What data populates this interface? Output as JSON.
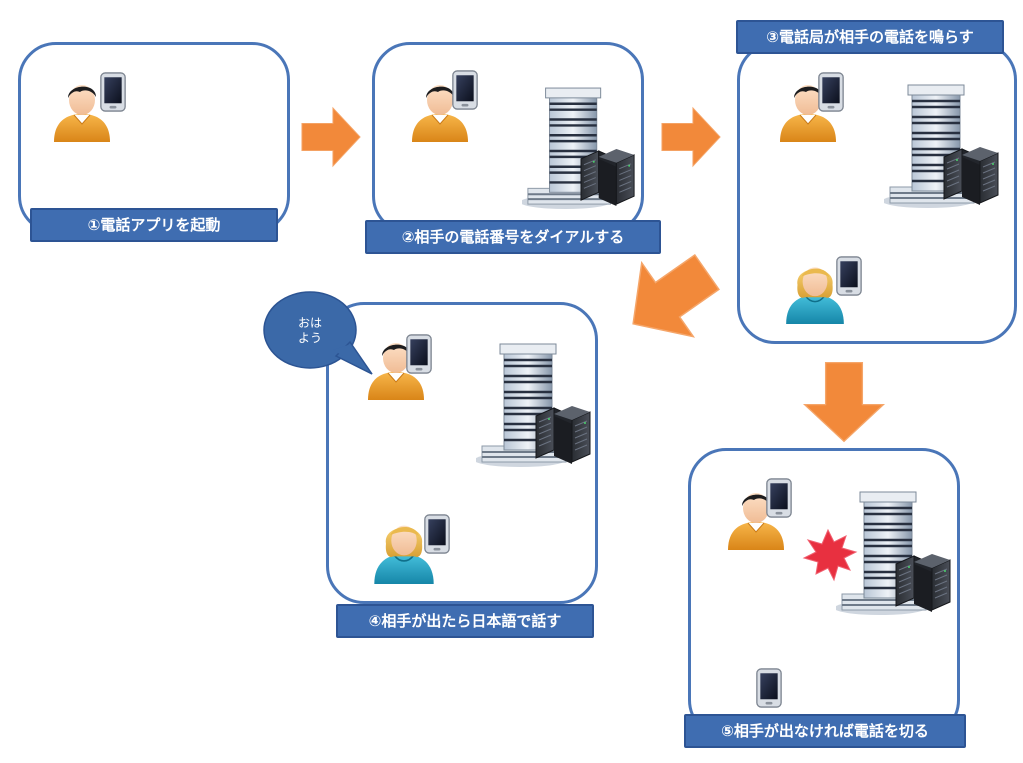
{
  "steps": [
    {
      "label": "①電話アプリを起動"
    },
    {
      "label": "②相手の電話番号をダイアルする"
    },
    {
      "label": "③電話局が相手の電話を鳴らす"
    },
    {
      "label": "④相手が出たら日本語で話す"
    },
    {
      "label": "⑤相手が出なければ電話を切る"
    }
  ],
  "speech": {
    "line1": "おは",
    "line2": "よう"
  },
  "colors": {
    "panel_border": "#4a76b8",
    "label_fill": "#3f6db1",
    "arrow": "#f08a3c",
    "signal": "#6fa8ff",
    "caller_shirt": "#f0a030",
    "callee_shirt": "#2aa0c0",
    "burst": "#e83040"
  },
  "icons": [
    "man-icon",
    "woman-icon",
    "phone-icon",
    "tower-icon",
    "server-icon",
    "signal-icon",
    "burst-icon",
    "arrow-icon",
    "speech-bubble-icon"
  ]
}
